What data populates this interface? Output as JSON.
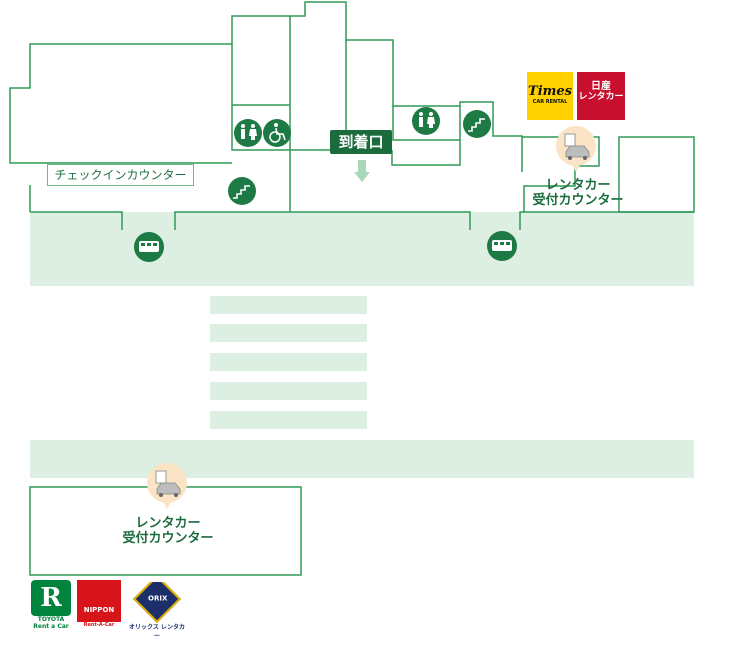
{
  "labels": {
    "checkin": "チェックインカウンター",
    "arrival": "到着口",
    "counter_line1": "レンタカー",
    "counter_line2": "受付カウンター"
  },
  "logos": {
    "times": {
      "name": "Times",
      "sub": "CAR RENTAL"
    },
    "nissan": {
      "line1": "日産",
      "line2": "レンタカー"
    },
    "toyota": {
      "line1": "TOYOTA",
      "line2": "Rent a Car"
    },
    "nippon": {
      "line1": "NIPPON",
      "line2": "Rent-A-Car"
    },
    "orix": {
      "mark": "ORIX",
      "line1": "オリックス レンタカー"
    }
  },
  "icons": [
    "restroom-icon",
    "wheelchair-icon",
    "stairs-icon",
    "bus-icon",
    "rental-car-counter-icon",
    "down-arrow-icon"
  ],
  "colors": {
    "outline": "#2f9a57",
    "band": "#ddeee2",
    "icon_bg": "#1e7a44",
    "marker": "#fbe3c6"
  }
}
